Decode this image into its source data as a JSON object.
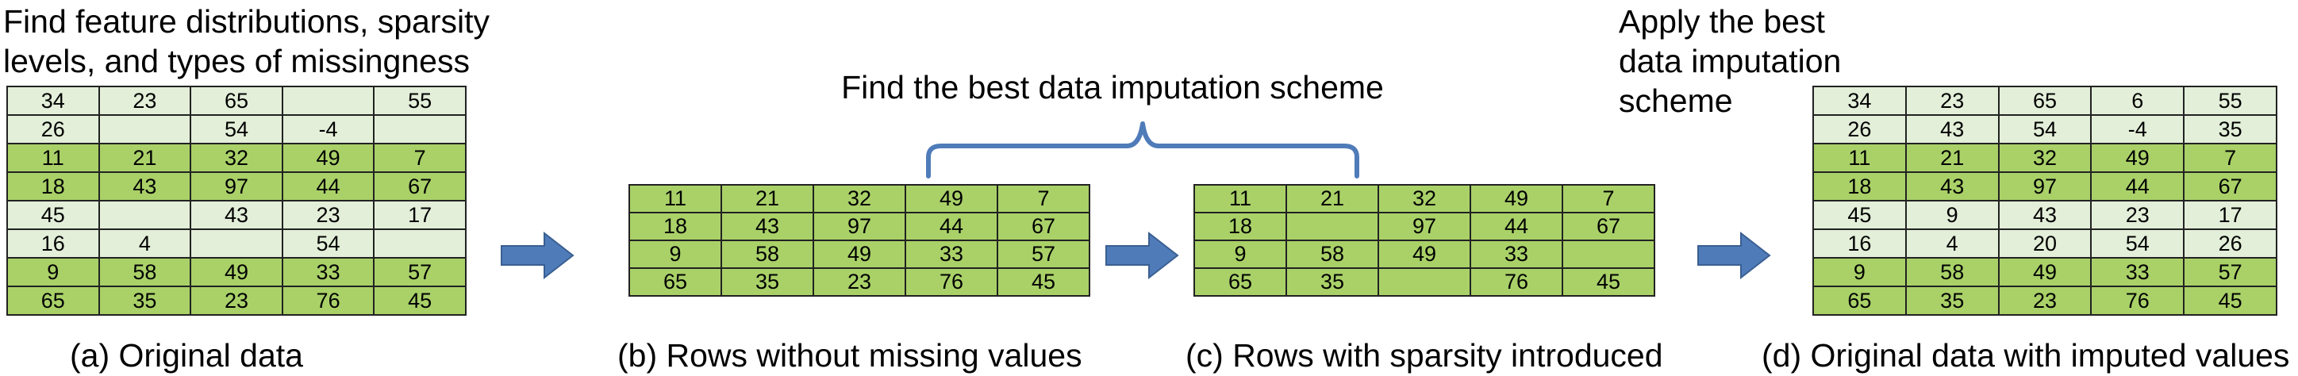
{
  "notes": {
    "find_features": [
      "Find feature distributions, sparsity",
      "levels, and types of missingness"
    ],
    "find_best": "Find the best data imputation scheme",
    "apply_best": [
      "Apply the best",
      "data imputation",
      "scheme"
    ]
  },
  "captions": {
    "a": "(a) Original data",
    "b": "(b) Rows without missing values",
    "c": "(c) Rows with sparsity introduced",
    "d": "(d) Original data with imputed values"
  },
  "colors": {
    "light_row": "#e3efd9",
    "dark_row": "#a9d168",
    "arrow": "#4f7cb9",
    "brace": "#4f7cb9"
  },
  "tables": {
    "a": {
      "shading": [
        "light",
        "light",
        "dark",
        "dark",
        "light",
        "light",
        "dark",
        "dark"
      ],
      "rows": [
        [
          "34",
          "23",
          "65",
          "",
          "55"
        ],
        [
          "26",
          "",
          "54",
          "-4",
          ""
        ],
        [
          "11",
          "21",
          "32",
          "49",
          "7"
        ],
        [
          "18",
          "43",
          "97",
          "44",
          "67"
        ],
        [
          "45",
          "",
          "43",
          "23",
          "17"
        ],
        [
          "16",
          "4",
          "",
          "54",
          ""
        ],
        [
          "9",
          "58",
          "49",
          "33",
          "57"
        ],
        [
          "65",
          "35",
          "23",
          "76",
          "45"
        ]
      ]
    },
    "b": {
      "shading": [
        "dark",
        "dark",
        "dark",
        "dark"
      ],
      "rows": [
        [
          "11",
          "21",
          "32",
          "49",
          "7"
        ],
        [
          "18",
          "43",
          "97",
          "44",
          "67"
        ],
        [
          "9",
          "58",
          "49",
          "33",
          "57"
        ],
        [
          "65",
          "35",
          "23",
          "76",
          "45"
        ]
      ]
    },
    "c": {
      "shading": [
        "dark",
        "dark",
        "dark",
        "dark"
      ],
      "rows": [
        [
          "11",
          "21",
          "32",
          "49",
          "7"
        ],
        [
          "18",
          "",
          "97",
          "44",
          "67"
        ],
        [
          "9",
          "58",
          "49",
          "33",
          ""
        ],
        [
          "65",
          "35",
          "",
          "76",
          "45"
        ]
      ]
    },
    "d": {
      "shading": [
        "light",
        "light",
        "dark",
        "dark",
        "light",
        "light",
        "dark",
        "dark"
      ],
      "rows": [
        [
          "34",
          "23",
          "65",
          "6",
          "55"
        ],
        [
          "26",
          "43",
          "54",
          "-4",
          "35"
        ],
        [
          "11",
          "21",
          "32",
          "49",
          "7"
        ],
        [
          "18",
          "43",
          "97",
          "44",
          "67"
        ],
        [
          "45",
          "9",
          "43",
          "23",
          "17"
        ],
        [
          "16",
          "4",
          "20",
          "54",
          "26"
        ],
        [
          "9",
          "58",
          "49",
          "33",
          "57"
        ],
        [
          "65",
          "35",
          "23",
          "76",
          "45"
        ]
      ]
    }
  }
}
